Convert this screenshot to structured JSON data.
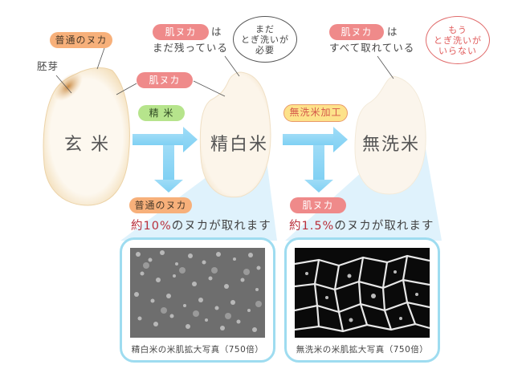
{
  "grains": [
    {
      "label": "玄 米"
    },
    {
      "label": "精白米"
    },
    {
      "label": "無洗米"
    }
  ],
  "callouts": {
    "germ": "胚芽",
    "normal_bran_top": "普通のヌカ",
    "skin_bran_genmai": "肌ヌカ",
    "seihaku_note": {
      "pill": "肌ヌカ",
      "wa": "は",
      "line2": "まだ残っている"
    },
    "musenmai_note": {
      "pill": "肌ヌカ",
      "wa": "は",
      "line2": "すべて取れている"
    }
  },
  "bubbles": {
    "still_needs_wash": [
      "まだ",
      "とぎ洗いが",
      "必要"
    ],
    "no_wash_needed": [
      "もう",
      "とぎ洗いが",
      "いらない"
    ]
  },
  "processes": [
    {
      "label": "精 米",
      "removed_pill": "普通のヌカ",
      "percent_prefix": "約",
      "percent": "10%",
      "percent_suffix": "のヌカが取れます"
    },
    {
      "label": "無洗米加工",
      "removed_pill": "肌ヌカ",
      "percent_prefix": "約",
      "percent": "1.5%",
      "percent_suffix": "のヌカが取れます"
    }
  ],
  "photos": [
    {
      "caption": "精白米の米肌拡大写真（750倍）"
    },
    {
      "caption": "無洗米の米肌拡大写真（750倍）"
    }
  ],
  "colors": {
    "arrow_blue": "#8fd6f5",
    "beam_blue": "#dff2fc",
    "photo_border": "#9edcf0",
    "percent_red": "#b8303c",
    "pill_orange": "#f7b07a",
    "pill_pink": "#ef8a8a",
    "pill_green": "#b6e48c",
    "pill_yellow": "#fde28a",
    "grain_fill": "#fbf4ea",
    "germ_brown": "#c98a45"
  }
}
